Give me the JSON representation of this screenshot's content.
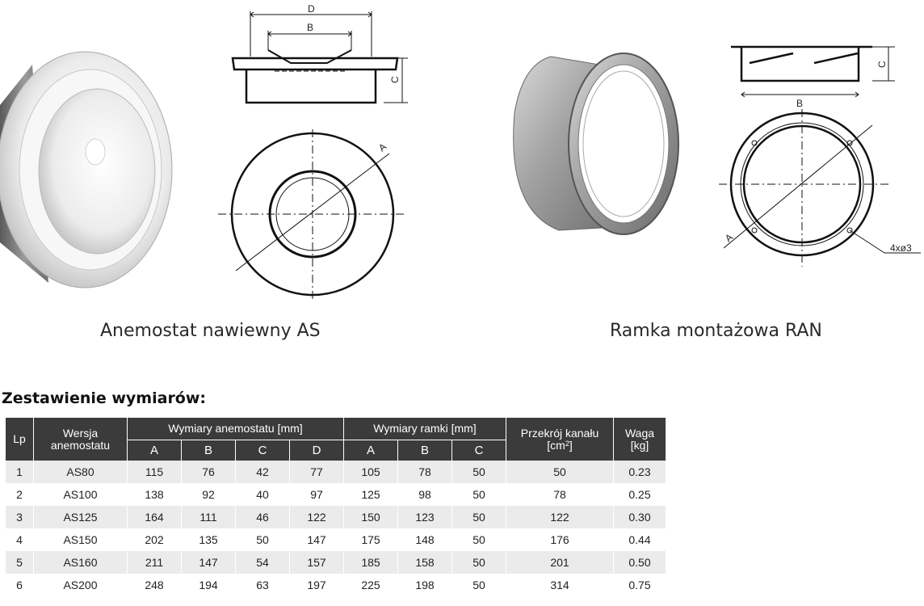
{
  "captions": {
    "as": "Anemostat nawiewny AS",
    "ran": "Ramka montażowa RAN"
  },
  "drawing_labels": {
    "as": {
      "d": "D",
      "b": "B",
      "c": "C",
      "a": "A"
    },
    "ran": {
      "c": "C",
      "b": "B",
      "a": "A",
      "holes": "4xø3"
    }
  },
  "section_title": "Zestawienie wymiarów:",
  "table": {
    "headers": {
      "lp": "Lp",
      "version": "Wersja anemostatu",
      "group_as": "Wymiary anemostatu [mm]",
      "group_ran": "Wymiary ramki [mm]",
      "section_prefix": "Przekrój kanału",
      "section_unit_open": "[cm",
      "section_unit_exp": "2",
      "section_unit_close": "]",
      "weight": "Waga",
      "weight_unit": "[kg]",
      "as_cols": [
        "A",
        "B",
        "C",
        "D"
      ],
      "ran_cols": [
        "A",
        "B",
        "C"
      ]
    },
    "rows": [
      [
        "1",
        "AS80",
        "115",
        "76",
        "42",
        "77",
        "105",
        "78",
        "50",
        "50",
        "0.23"
      ],
      [
        "2",
        "AS100",
        "138",
        "92",
        "40",
        "97",
        "125",
        "98",
        "50",
        "78",
        "0.25"
      ],
      [
        "3",
        "AS125",
        "164",
        "111",
        "46",
        "122",
        "150",
        "123",
        "50",
        "122",
        "0.30"
      ],
      [
        "4",
        "AS150",
        "202",
        "135",
        "50",
        "147",
        "175",
        "148",
        "50",
        "176",
        "0.44"
      ],
      [
        "5",
        "AS160",
        "211",
        "147",
        "54",
        "157",
        "185",
        "158",
        "50",
        "201",
        "0.50"
      ],
      [
        "6",
        "AS200",
        "248",
        "194",
        "63",
        "197",
        "225",
        "198",
        "50",
        "314",
        "0.75"
      ]
    ]
  }
}
